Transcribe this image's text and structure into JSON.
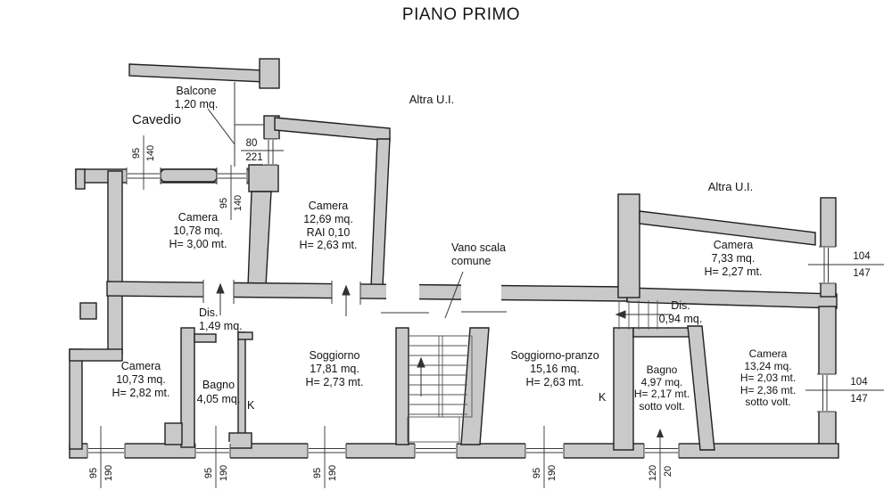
{
  "title": "PIANO PRIMO",
  "colors": {
    "wall_fill": "#c9c9c9",
    "outline": "#1f1f1f",
    "background": "#ffffff",
    "text": "#141414"
  },
  "rooms": {
    "camera_nord": {
      "lines": [
        "Camera",
        "10,78 mq.",
        "H= 3,00 mt."
      ]
    },
    "camera_est": {
      "lines": [
        "Camera",
        "12,69 mq.",
        "RAI 0,10",
        "H= 2,63 mt."
      ]
    },
    "camera_right_top": {
      "lines": [
        "Camera",
        "7,33 mq.",
        "H= 2,27 mt."
      ]
    },
    "camera_sud_ovest": {
      "lines": [
        "Camera",
        "10,73 mq.",
        "H= 2,82 mt."
      ]
    },
    "camera_sud_est": {
      "lines": [
        "Camera",
        "13,24 mq.",
        "H= 2,03 mt.",
        "H= 2,36 mt.",
        "sotto volt."
      ]
    },
    "bagno_ovest": {
      "lines": [
        "Bagno",
        "4,05 mq."
      ]
    },
    "bagno_est": {
      "lines": [
        "Bagno",
        "4,97 mq.",
        "H= 2,17 mt.",
        "sotto volt."
      ]
    },
    "soggiorno": {
      "lines": [
        "Soggiorno",
        "17,81 mq.",
        "H= 2,73 mt."
      ]
    },
    "soggiorno_pranzo": {
      "lines": [
        "Soggiorno-pranzo",
        "15,16 mq.",
        "H= 2,63 mt."
      ]
    },
    "disimpegno_ovest": {
      "lines": [
        "Dis.",
        "1,49 mq."
      ]
    },
    "disimpegno_est": {
      "lines": [
        "Dis.",
        "0,94 mq."
      ]
    },
    "vano_scala": {
      "lines": [
        "Vano scala",
        "comune"
      ]
    },
    "balcone": {
      "lines": [
        "Balcone",
        "1,20 mq."
      ]
    },
    "cavedio": {
      "label": "Cavedio"
    },
    "altra_ui_top": {
      "label": "Altra U.I."
    },
    "altra_ui_right": {
      "label": "Altra U.I."
    }
  },
  "annotations": {
    "kitchen_left": "K",
    "kitchen_right": "K"
  },
  "dims": {
    "top_window_a": [
      "95",
      "140"
    ],
    "top_window_b": [
      "95",
      "140"
    ],
    "balcony_opening": [
      "80",
      "221"
    ],
    "right_window_a": [
      "104",
      "147"
    ],
    "right_window_b": [
      "104",
      "147"
    ],
    "bottom_window_a": [
      "95",
      "190"
    ],
    "bottom_window_b": [
      "95",
      "190"
    ],
    "bottom_window_c": [
      "95",
      "190"
    ],
    "bottom_window_d": [
      "95",
      "190"
    ],
    "bottom_window_e": [
      "120",
      "20"
    ]
  }
}
